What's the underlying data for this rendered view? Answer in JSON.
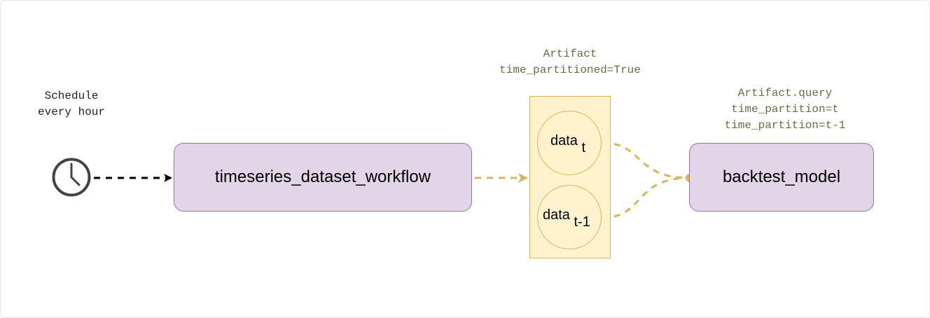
{
  "schedule": {
    "line1": "Schedule",
    "line2": "every hour"
  },
  "workflow": {
    "label": "timeseries_dataset_workflow"
  },
  "artifact": {
    "line1": "Artifact",
    "line2": "time_partitioned=True",
    "data_t": {
      "name": "data",
      "sub": "t"
    },
    "data_t1": {
      "name": "data",
      "sub": "t-1"
    }
  },
  "query": {
    "line1": "Artifact.query",
    "line2": "time_partition=t",
    "line3": "time_partition=t-1"
  },
  "backtest": {
    "label": "backtest_model"
  },
  "colors": {
    "node_fill": "#e1d5e7",
    "node_stroke": "#9673a6",
    "artifact_fill": "#fff2cc",
    "artifact_stroke": "#d6b656",
    "connector_gold": "#d6b656",
    "annotation_text": "#6b6b45"
  },
  "icons": {
    "schedule": "clock-icon"
  }
}
